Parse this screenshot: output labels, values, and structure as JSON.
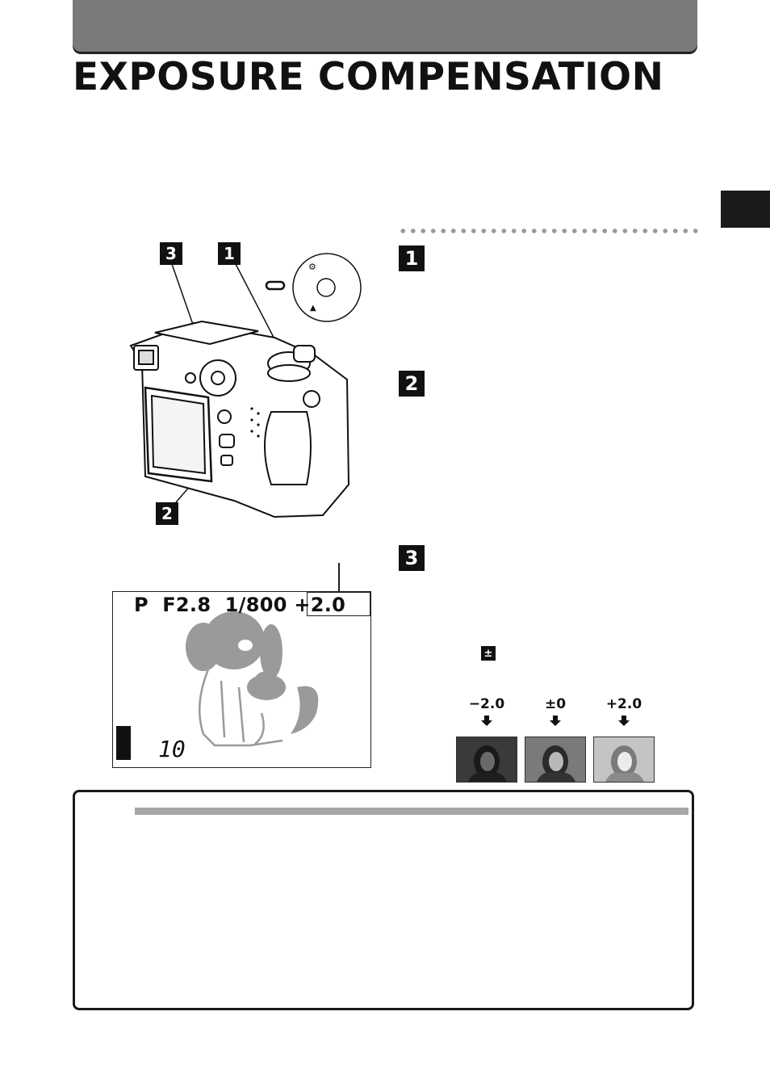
{
  "page": {
    "title": "EXPOSURE COMPENSATION"
  },
  "figure": {
    "callouts": [
      "3",
      "1",
      "2"
    ],
    "lcd": {
      "mode": "P",
      "aperture": "F2.8",
      "shutter": "1/800",
      "exposure_compensation": "+2.0",
      "frames_remaining": "10"
    }
  },
  "steps": [
    {
      "number": "1"
    },
    {
      "number": "2"
    },
    {
      "number": "3"
    }
  ],
  "examples": [
    {
      "label": "−2.0",
      "brightness": "dark"
    },
    {
      "label": "±0",
      "brightness": "normal"
    },
    {
      "label": "+2.0",
      "brightness": "bright"
    }
  ],
  "icons": {
    "ev_icon": "exposure-compensation-icon",
    "arrow": "down-arrow-icon"
  },
  "colors": {
    "header_bar": "#7a7a7a",
    "side_tab": "#1a1a1a",
    "badge": "#111111",
    "note_rule": "#a6a6a6"
  }
}
